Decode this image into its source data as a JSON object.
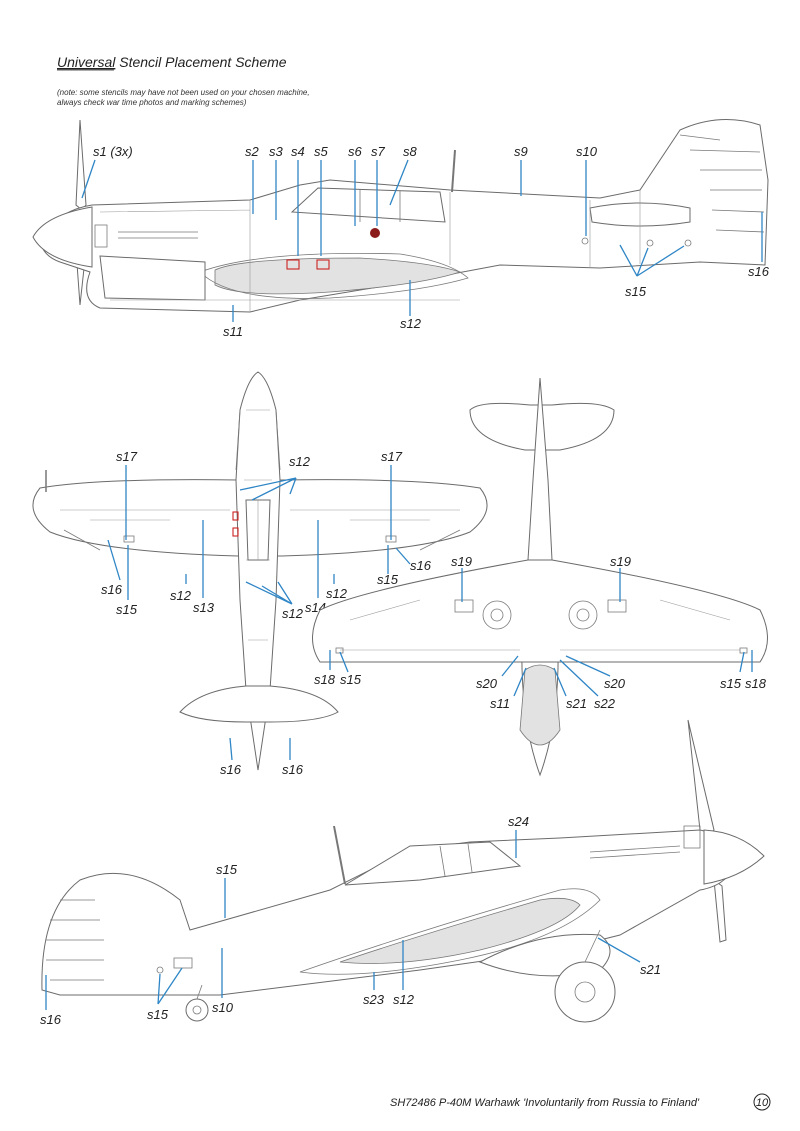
{
  "header": {
    "title_underlined": "Universal",
    "title_rest": " Stencil Placement Scheme",
    "note_line1": "(note: some stencils may have not been used on your chosen machine,",
    "note_line2": "always check war time photos and marking schemes)"
  },
  "labels": {
    "side_top": [
      "s1 (3x)",
      "s2",
      "s3",
      "s4",
      "s5",
      "s6",
      "s7",
      "s8",
      "s9",
      "s10",
      "s16",
      "s15",
      "s12",
      "s11"
    ],
    "plan_top": [
      "s12",
      "s17",
      "s17",
      "s16",
      "s15",
      "s12",
      "s13",
      "s12",
      "s14",
      "s12",
      "s15",
      "s16",
      "s16",
      "s16"
    ],
    "plan_bottom": [
      "s19",
      "s19",
      "s18",
      "s15",
      "s20",
      "s11",
      "s21",
      "s22",
      "s20",
      "s15",
      "s18"
    ],
    "side_right": [
      "s24",
      "s15",
      "s10",
      "s15",
      "s16",
      "s23",
      "s12",
      "s21"
    ]
  },
  "footer": {
    "caption": "SH72486  P-40M Warhawk  'Involuntarily from Russia to Finland'",
    "page_number": "10"
  },
  "colors": {
    "leader": "#2f86c6",
    "stencil_red": "#cc2222",
    "roundel_dot": "#8b1a1a"
  }
}
